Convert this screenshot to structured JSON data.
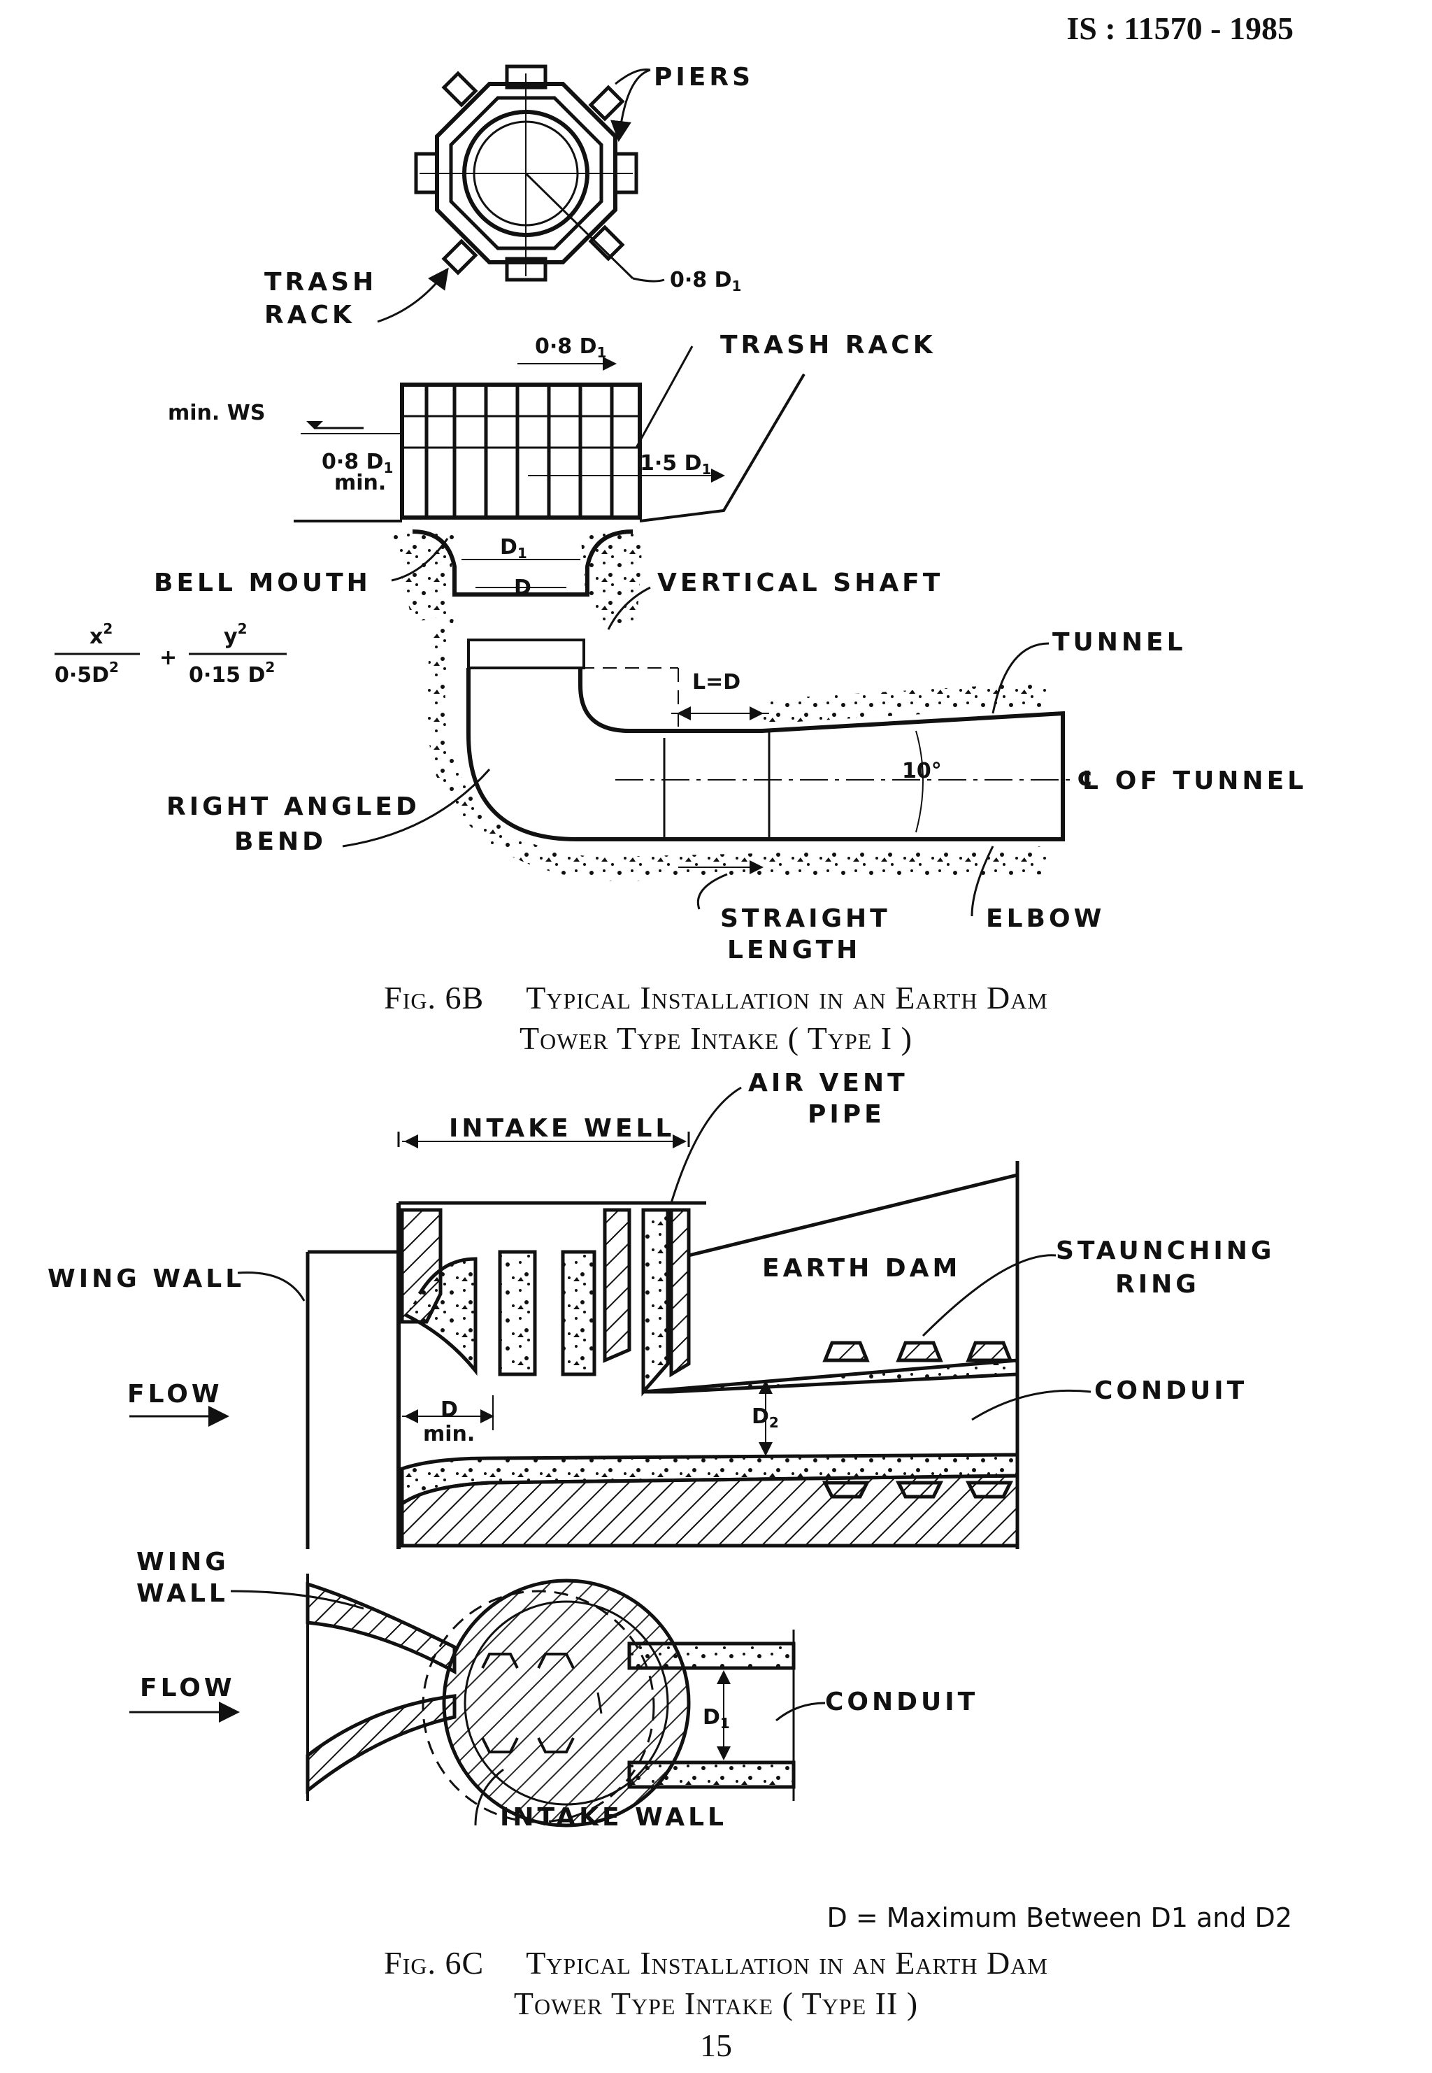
{
  "header": {
    "standard_no": "IS : 11570 - 1985"
  },
  "fig6b": {
    "labels": {
      "piers": "PIERS",
      "trash_rack_top_1": "TRASH",
      "trash_rack_top_2": "RACK",
      "dim_08d1_plan": "0·8 D",
      "dim_08d1_top": "0·8 D",
      "trash_rack_elev": "TRASH RACK",
      "min_ws": "min. WS",
      "dim_08d1_min_1": "0·8 D",
      "dim_08d1_min_2": "min.",
      "dim_15d1": "1·5 D",
      "d1": "D",
      "d": "D",
      "bell_mouth": "BELL MOUTH",
      "vertical_shaft": "VERTICAL SHAFT",
      "formula_x": "x",
      "formula_x_den": "0·5D",
      "formula_y": "y",
      "formula_y_den": "0·15 D",
      "tunnel": "TUNNEL",
      "l_eq_d": "L=D",
      "angle": "10°",
      "cl_tunnel": "℄ OF TUNNEL",
      "right_angled_1": "RIGHT ANGLED",
      "right_angled_2": "BEND",
      "straight_1": "STRAIGHT",
      "straight_2": "LENGTH",
      "elbow": "ELBOW"
    },
    "caption_num": "Fig. 6B",
    "caption_line1": "Typical Installation in an Earth Dam",
    "caption_line2": "Tower Type Intake ( Type I )"
  },
  "fig6c": {
    "labels": {
      "air_vent_1": "AIR VENT",
      "air_vent_2": "PIPE",
      "intake_well": "INTAKE WELL",
      "wing_wall": "WING WALL",
      "earth_dam": "EARTH DAM",
      "staunching_1": "STAUNCHING",
      "staunching_2": "RING",
      "flow": "FLOW",
      "d_min_1": "D",
      "d_min_2": "min.",
      "d2": "D",
      "conduit": "CONDUIT",
      "wing_wall_2a": "WING",
      "wing_wall_2b": "WALL",
      "flow_2": "FLOW",
      "d1": "D",
      "conduit_2": "CONDUIT",
      "intake_wall": "INTAKE WALL"
    },
    "definition": "D = Maximum Between D1 and D2",
    "caption_num": "Fig. 6C",
    "caption_line1": "Typical Installation in an Earth Dam",
    "caption_line2": "Tower Type Intake ( Type II )"
  },
  "page_number": "15"
}
